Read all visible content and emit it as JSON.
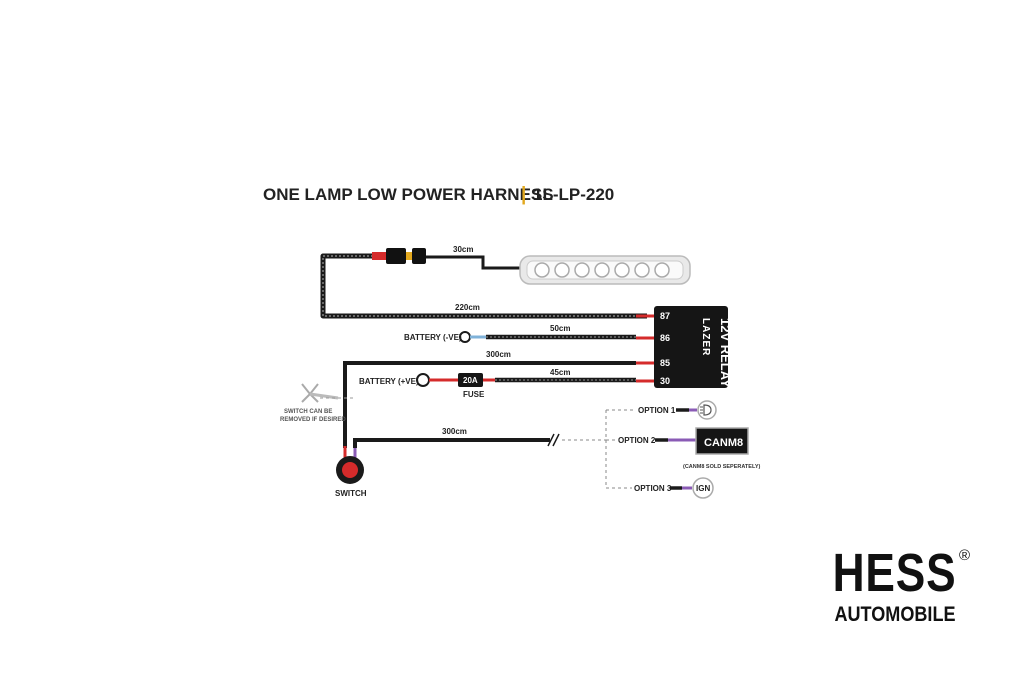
{
  "title": {
    "main": "ONE LAMP LOW POWER HARNESS",
    "separator": "|",
    "code": "1L-LP-220"
  },
  "colors": {
    "accent": "#e2a81e",
    "wire": "#1a1a1a",
    "red": "#d52b2b",
    "purple": "#8a5bb5"
  },
  "cable_lengths": {
    "lamp_lead": "30cm",
    "relay_87": "220cm",
    "battery_negative": "50cm",
    "relay_85": "300cm",
    "battery_positive": "45cm",
    "switch_trigger": "300cm"
  },
  "relay": {
    "brand": "LAZER",
    "label": "12V RELAY",
    "pins": [
      "87",
      "86",
      "85",
      "30"
    ]
  },
  "components": {
    "battery_negative": "BATTERY (-VE)",
    "battery_positive": "BATTERY (+VE)",
    "fuse_rating": "20A",
    "fuse_label": "FUSE",
    "switch_label": "SWITCH",
    "switch_note_line1": "SWITCH CAN BE",
    "switch_note_line2": "REMOVED IF DESIRED"
  },
  "options": [
    {
      "label": "OPTION 1",
      "icon": "headlight-icon"
    },
    {
      "label": "OPTION 2",
      "device": "CANM8",
      "note": "(CANM8 SOLD SEPERATELY)"
    },
    {
      "label": "OPTION 3",
      "icon_text": "IGN"
    }
  ],
  "brand": {
    "name": "HESS",
    "registered": "®",
    "sub": "AUTOMOBILE"
  }
}
